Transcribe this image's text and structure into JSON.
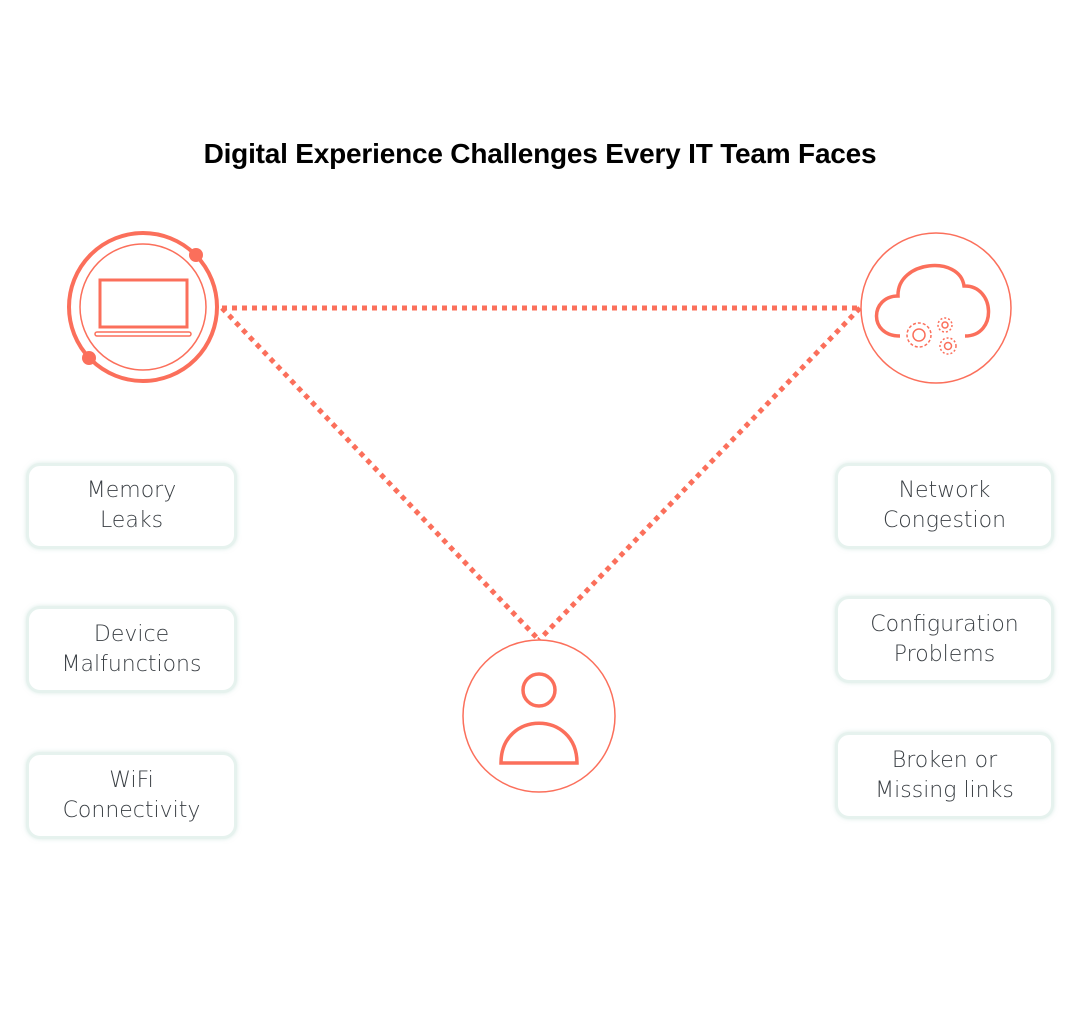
{
  "title": "Digital Experience Challenges Every IT Team Faces",
  "accent_color": "#fb6f5b",
  "nodes": [
    {
      "icon": "laptop-icon"
    },
    {
      "icon": "cloud-gears-icon"
    },
    {
      "icon": "user-icon"
    }
  ],
  "left_items": [
    {
      "label": "Memory\nLeaks"
    },
    {
      "label": "Device\nMalfunctions"
    },
    {
      "label": "WiFi\nConnectivity"
    }
  ],
  "right_items": [
    {
      "label": "Network\nCongestion"
    },
    {
      "label": "Configuration\nProblems"
    },
    {
      "label": "Broken or\nMissing links"
    }
  ]
}
